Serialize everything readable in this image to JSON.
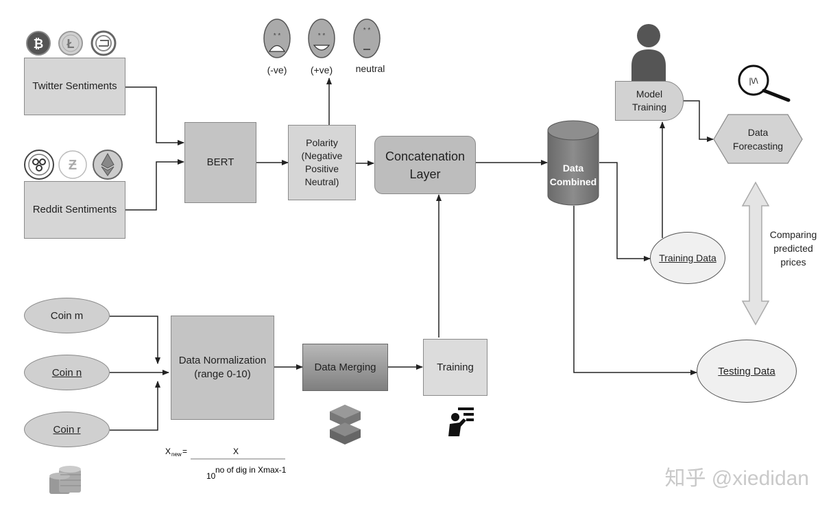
{
  "nodes": {
    "twitter": "Twitter Sentiments",
    "reddit": "Reddit Sentiments",
    "bert": "BERT",
    "polarity": [
      "Polarity",
      "(Negative",
      "Positive",
      "Neutral)"
    ],
    "concat": [
      "Concatenation",
      "Layer"
    ],
    "data_combined": [
      "Data",
      "Combined"
    ],
    "model_training": [
      "Model",
      "Training"
    ],
    "data_forecasting": [
      "Data",
      "Forecasting"
    ],
    "training_data": "Training Data",
    "testing_data": "Testing Data",
    "coin_m": "Coin m",
    "coin_n": "Coin n",
    "coin_r": "Coin r",
    "normalization": [
      "Data Normalization",
      "(range   0-10)"
    ],
    "data_merging": "Data Merging",
    "training": "Training",
    "comparing": [
      "Comparing",
      "predicted",
      "prices"
    ]
  },
  "faces": {
    "negative": "(-ve)",
    "positive": "(+ve)",
    "neutral": "neutral"
  },
  "formula": {
    "lhs": "X",
    "lhs_sub": "new",
    "eq": "=",
    "numerator": "X",
    "base": "10",
    "exponent": "no of dig in Xmax-1"
  },
  "magnifier_text": "|\\/\\",
  "watermark": "知乎 @xiedidan",
  "colors": {
    "box_fill": "#d6d6d6",
    "cylinder": "#7a7a7a",
    "merging": "#9a9a9a",
    "arrow": "#222222"
  }
}
